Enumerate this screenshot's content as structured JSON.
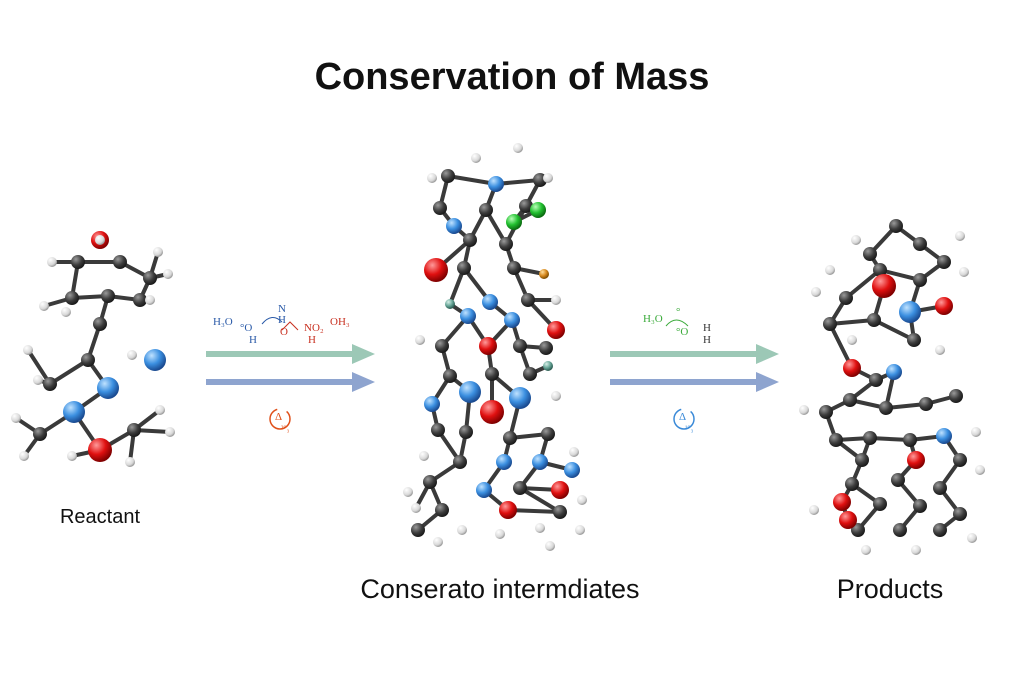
{
  "title": "Conservation of Mass",
  "labels": {
    "reactant": "Reactant",
    "intermediates": "Conserato intermdiates",
    "products": "Products"
  },
  "arrow1": {
    "formula_parts": [
      "H₃O",
      "°O",
      "N",
      "H",
      "O",
      "NO₂",
      "OH₃",
      "H",
      "H"
    ],
    "heat_symbol": "Δ",
    "heat_sub": "²°₃"
  },
  "arrow2": {
    "formula_parts": [
      "H₃O",
      "°",
      "°O",
      "H",
      "H"
    ],
    "heat_symbol": "Δ",
    "heat_sub": "¹°₃"
  },
  "colors": {
    "carbon": "#4a4a4a",
    "hydrogen": "#e8e8e8",
    "nitrogen": "#3b8fe0",
    "oxygen": "#e01010",
    "chlorine": "#22c030",
    "arrow_green": "#9cc8b6",
    "arrow_blue": "#8ea4cf",
    "heat_red": "#e0501a",
    "heat_blue": "#3a8ad8",
    "formula_blue": "#2a5aa8",
    "formula_red": "#c83020",
    "formula_green": "#3aaa3a"
  }
}
